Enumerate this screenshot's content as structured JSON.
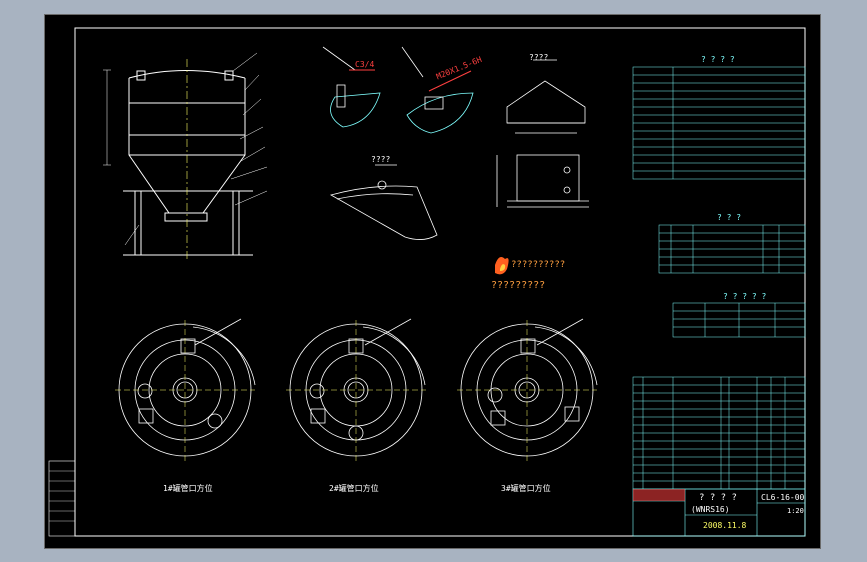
{
  "drawing": {
    "tech_req_title": "? ? ? ?",
    "design_data_title": "? ? ?",
    "nozzle_table_title": "? ? ? ? ?",
    "notes_table_title": "? ? ?",
    "logo_text": "??????????",
    "logo_subtext": "?????????",
    "views": {
      "view_a": "????",
      "view_b": "????"
    },
    "orientation_labels": [
      "1#罐管口方位",
      "2#罐管口方位",
      "3#罐管口方位"
    ],
    "weld_labels": {
      "detail_1": "C3/4",
      "detail_2": "M20X1.5-6H"
    },
    "title_block": {
      "drawing_name": "? ? ? ?",
      "sub_name": "(WNRS16)",
      "drawing_no": "CL6-16-00",
      "date": "2008.11.8",
      "scale": "1:20"
    },
    "colors": {
      "background": "#000000",
      "frame": "#ffffff",
      "table": "#7fffff",
      "centerline": "#ffff66",
      "weld": "#ff4040",
      "logo": "#ffa040"
    }
  }
}
